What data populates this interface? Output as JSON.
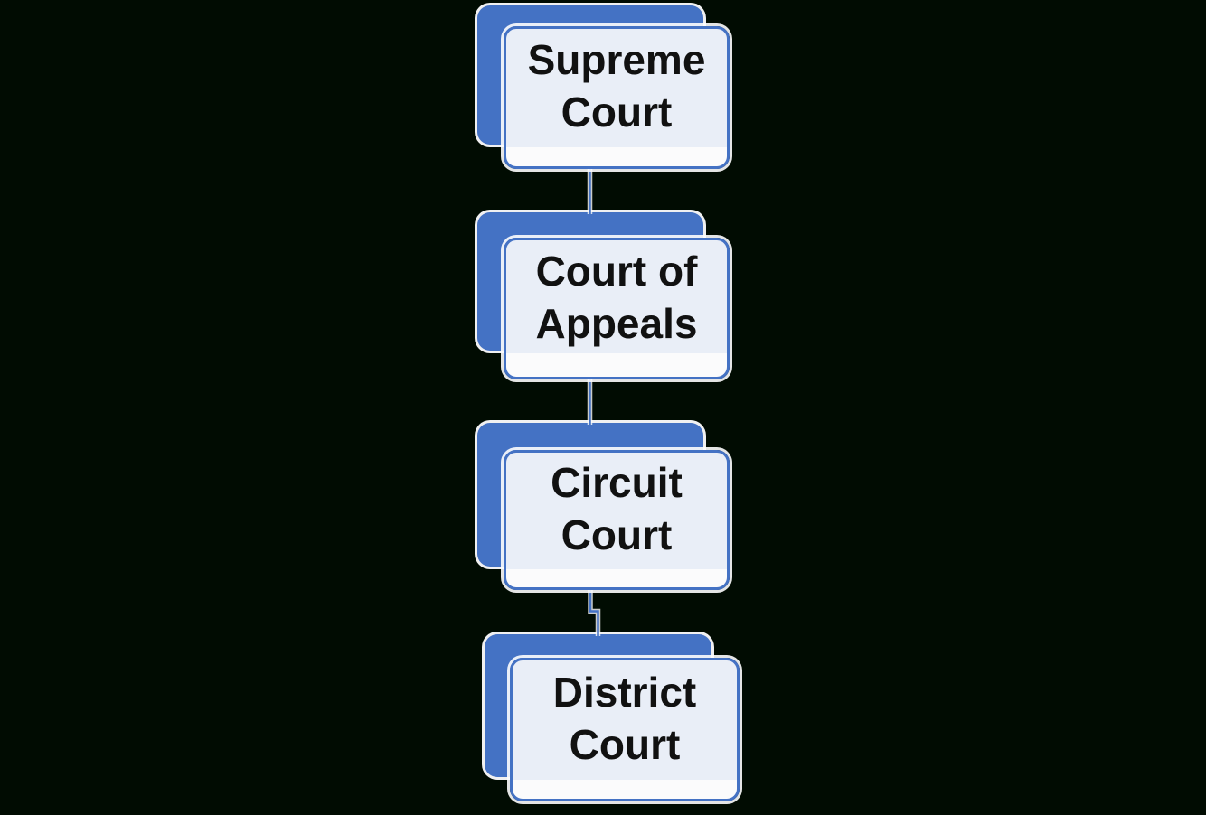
{
  "diagram": {
    "type": "flowchart",
    "description": "Court hierarchy flowchart, top-down",
    "nodes": [
      {
        "id": "supreme-court",
        "label": "Supreme Court",
        "line1": "Supreme",
        "line2": "Court"
      },
      {
        "id": "court-of-appeals",
        "label": "Court of Appeals",
        "line1": "Court of",
        "line2": "Appeals"
      },
      {
        "id": "circuit-court",
        "label": "Circuit Court",
        "line1": "Circuit",
        "line2": "Court"
      },
      {
        "id": "district-court",
        "label": "District Court",
        "line1": "District",
        "line2": "Court"
      }
    ],
    "edges": [
      {
        "from": "supreme-court",
        "to": "court-of-appeals"
      },
      {
        "from": "court-of-appeals",
        "to": "circuit-court"
      },
      {
        "from": "circuit-court",
        "to": "district-court"
      }
    ],
    "colors": {
      "background": "#010c02",
      "accent_blue": "#4472c4",
      "card_fill_tint": "#e9eef7",
      "card_fill_bottom": "#fbfbfc",
      "outline_white": "#fdfdfd",
      "text": "#111111"
    }
  }
}
